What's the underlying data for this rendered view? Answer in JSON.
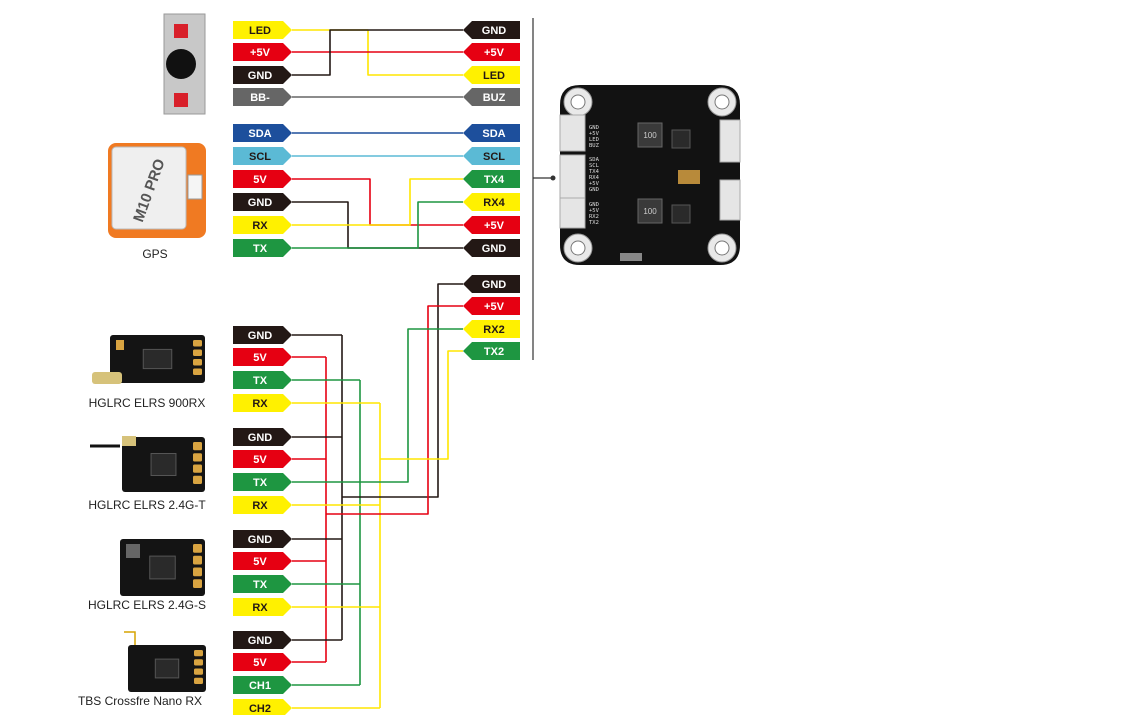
{
  "colors": {
    "white": "#ffffff",
    "gnd": "#231815",
    "red": "#e60012",
    "yellow": "#fff100",
    "gray": "#666666",
    "blue": "#1d4f9c",
    "lightblue": "#5bbad5",
    "green": "#1e9641",
    "wire_black": "#231815",
    "wire_red": "#e60012",
    "wire_yellow": "#ffe600",
    "wire_gray": "#666666",
    "wire_blue": "#1d4f9c",
    "wire_lightblue": "#5bbad5",
    "wire_green": "#1e9641"
  },
  "buzzer": {
    "pins": [
      {
        "label": "LED",
        "color": "yellow"
      },
      {
        "label": "+5V",
        "color": "red"
      },
      {
        "label": "GND",
        "color": "gnd"
      },
      {
        "label": "BB-",
        "color": "gray"
      }
    ]
  },
  "gps": {
    "caption": "GPS",
    "module_text": "M10 PRO",
    "pins": [
      {
        "label": "SDA",
        "color": "blue"
      },
      {
        "label": "SCL",
        "color": "lightblue"
      },
      {
        "label": "5V",
        "color": "red"
      },
      {
        "label": "GND",
        "color": "gnd"
      },
      {
        "label": "RX",
        "color": "yellow"
      },
      {
        "label": "TX",
        "color": "green"
      }
    ]
  },
  "fc_buzzer_pins": [
    {
      "label": "GND",
      "color": "gnd"
    },
    {
      "label": "+5V",
      "color": "red"
    },
    {
      "label": "LED",
      "color": "yellow"
    },
    {
      "label": "BUZ",
      "color": "gray"
    }
  ],
  "fc_gps_pins": [
    {
      "label": "SDA",
      "color": "blue"
    },
    {
      "label": "SCL",
      "color": "lightblue"
    },
    {
      "label": "TX4",
      "color": "green"
    },
    {
      "label": "RX4",
      "color": "yellow"
    },
    {
      "label": "+5V",
      "color": "red"
    },
    {
      "label": "GND",
      "color": "gnd"
    }
  ],
  "fc_rx_pins": [
    {
      "label": "GND",
      "color": "gnd"
    },
    {
      "label": "+5V",
      "color": "red"
    },
    {
      "label": "RX2",
      "color": "yellow"
    },
    {
      "label": "TX2",
      "color": "green"
    }
  ],
  "receivers": [
    {
      "name": "HGLRC ELRS 900RX",
      "pins": [
        {
          "label": "GND",
          "color": "gnd"
        },
        {
          "label": "5V",
          "color": "red"
        },
        {
          "label": "TX",
          "color": "green"
        },
        {
          "label": "RX",
          "color": "yellow"
        }
      ]
    },
    {
      "name": "HGLRC ELRS 2.4G-T",
      "pins": [
        {
          "label": "GND",
          "color": "gnd"
        },
        {
          "label": "5V",
          "color": "red"
        },
        {
          "label": "TX",
          "color": "green"
        },
        {
          "label": "RX",
          "color": "yellow"
        }
      ]
    },
    {
      "name": "HGLRC ELRS 2.4G-S",
      "pins": [
        {
          "label": "GND",
          "color": "gnd"
        },
        {
          "label": "5V",
          "color": "red"
        },
        {
          "label": "TX",
          "color": "green"
        },
        {
          "label": "RX",
          "color": "yellow"
        }
      ]
    },
    {
      "name": "TBS Crossfre Nano RX",
      "pins": [
        {
          "label": "GND",
          "color": "gnd"
        },
        {
          "label": "5V",
          "color": "red"
        },
        {
          "label": "CH1",
          "color": "green"
        },
        {
          "label": "CH2",
          "color": "yellow"
        }
      ]
    }
  ],
  "board": {
    "silk_top": [
      "GND",
      "+5V",
      "LED",
      "BUZ"
    ],
    "silk_mid": [
      "SDA",
      "SCL",
      "TX4",
      "RX4",
      "+5V",
      "GND"
    ],
    "silk_bot": [
      "GND",
      "+5V",
      "RX2",
      "TX2"
    ],
    "inductor_label": "100"
  },
  "connections": [
    {
      "from": "buzzer:0",
      "to": "fcbuz:2",
      "wire": "yellow"
    },
    {
      "from": "buzzer:1",
      "to": "fcbuz:1",
      "wire": "red"
    },
    {
      "from": "buzzer:2",
      "to": "fcbuz:0",
      "wire": "black"
    },
    {
      "from": "buzzer:3",
      "to": "fcbuz:3",
      "wire": "gray"
    },
    {
      "from": "gps:0",
      "to": "fcgps:0",
      "wire": "blue"
    },
    {
      "from": "gps:1",
      "to": "fcgps:1",
      "wire": "lightblue"
    },
    {
      "from": "gps:2",
      "to": "fcgps:4",
      "wire": "red"
    },
    {
      "from": "gps:3",
      "to": "fcgps:5",
      "wire": "black"
    },
    {
      "from": "gps:4",
      "to": "fcgps:2",
      "wire": "yellow"
    },
    {
      "from": "gps:5",
      "to": "fcgps:3",
      "wire": "green"
    },
    {
      "from": "rx:GND",
      "to": "fcrx:0",
      "wire": "black"
    },
    {
      "from": "rx:5V",
      "to": "fcrx:1",
      "wire": "red"
    },
    {
      "from": "rx:TX",
      "to": "fcrx:2",
      "wire": "green"
    },
    {
      "from": "rx:RX",
      "to": "fcrx:3",
      "wire": "yellow"
    }
  ]
}
